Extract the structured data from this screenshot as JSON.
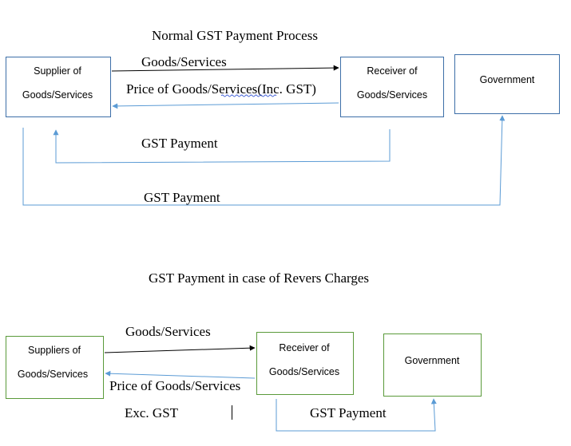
{
  "normal": {
    "title": "Normal GST Payment Process",
    "supplier": {
      "line1": "Supplier of",
      "line2": "Goods/Services"
    },
    "receiver": {
      "line1": "Receiver of",
      "line2": "Goods/Services"
    },
    "government": "Government",
    "goods_label": "Goods/Services",
    "price_label": "Price of Goods/Services(Inc. GST)",
    "gst_payment_1": "GST Payment",
    "gst_payment_2": "GST Payment"
  },
  "reverse": {
    "title": "GST Payment in case of Revers Charges",
    "supplier": {
      "line1": "Suppliers of",
      "line2": "Goods/Services"
    },
    "receiver": {
      "line1": "Receiver of",
      "line2": "Goods/Services"
    },
    "government": "Government",
    "goods_label": "Goods/Services",
    "price_label": "Price of Goods/Services",
    "exc_label": "Exc. GST",
    "gst_payment": "GST Payment"
  },
  "colors": {
    "box_border_top": "#3d6fa8",
    "box_border_bottom": "#5a9a3a",
    "flow_line": "#5b9bd5",
    "goods_arrow": "#000000"
  }
}
